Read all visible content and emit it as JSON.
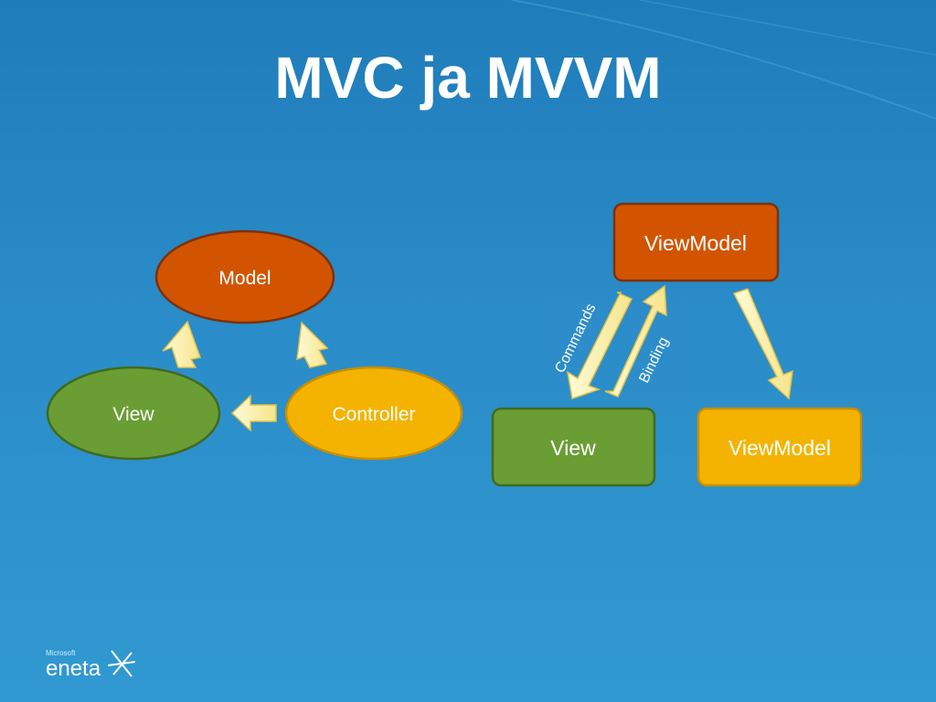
{
  "slide": {
    "title": "MVC ja MVVM"
  },
  "mvc": {
    "model": "Model",
    "view": "View",
    "controller": "Controller"
  },
  "mvvm": {
    "viewmodel_top": "ViewModel",
    "view": "View",
    "viewmodel_right": "ViewModel",
    "commands_label": "Commands",
    "binding_label": "Binding"
  },
  "logo": {
    "small_text": "Microsoft",
    "brand": "eneta"
  },
  "colors": {
    "orange_fill": "#d35400",
    "orange_stroke": "#7a3210",
    "green_fill": "#6a9e34",
    "green_stroke": "#3f6b1f",
    "yellow_fill": "#f4b300",
    "yellow_stroke": "#c98e00",
    "arrow_fill": "#fff3a6",
    "arrow_stroke": "#e0c24a"
  }
}
